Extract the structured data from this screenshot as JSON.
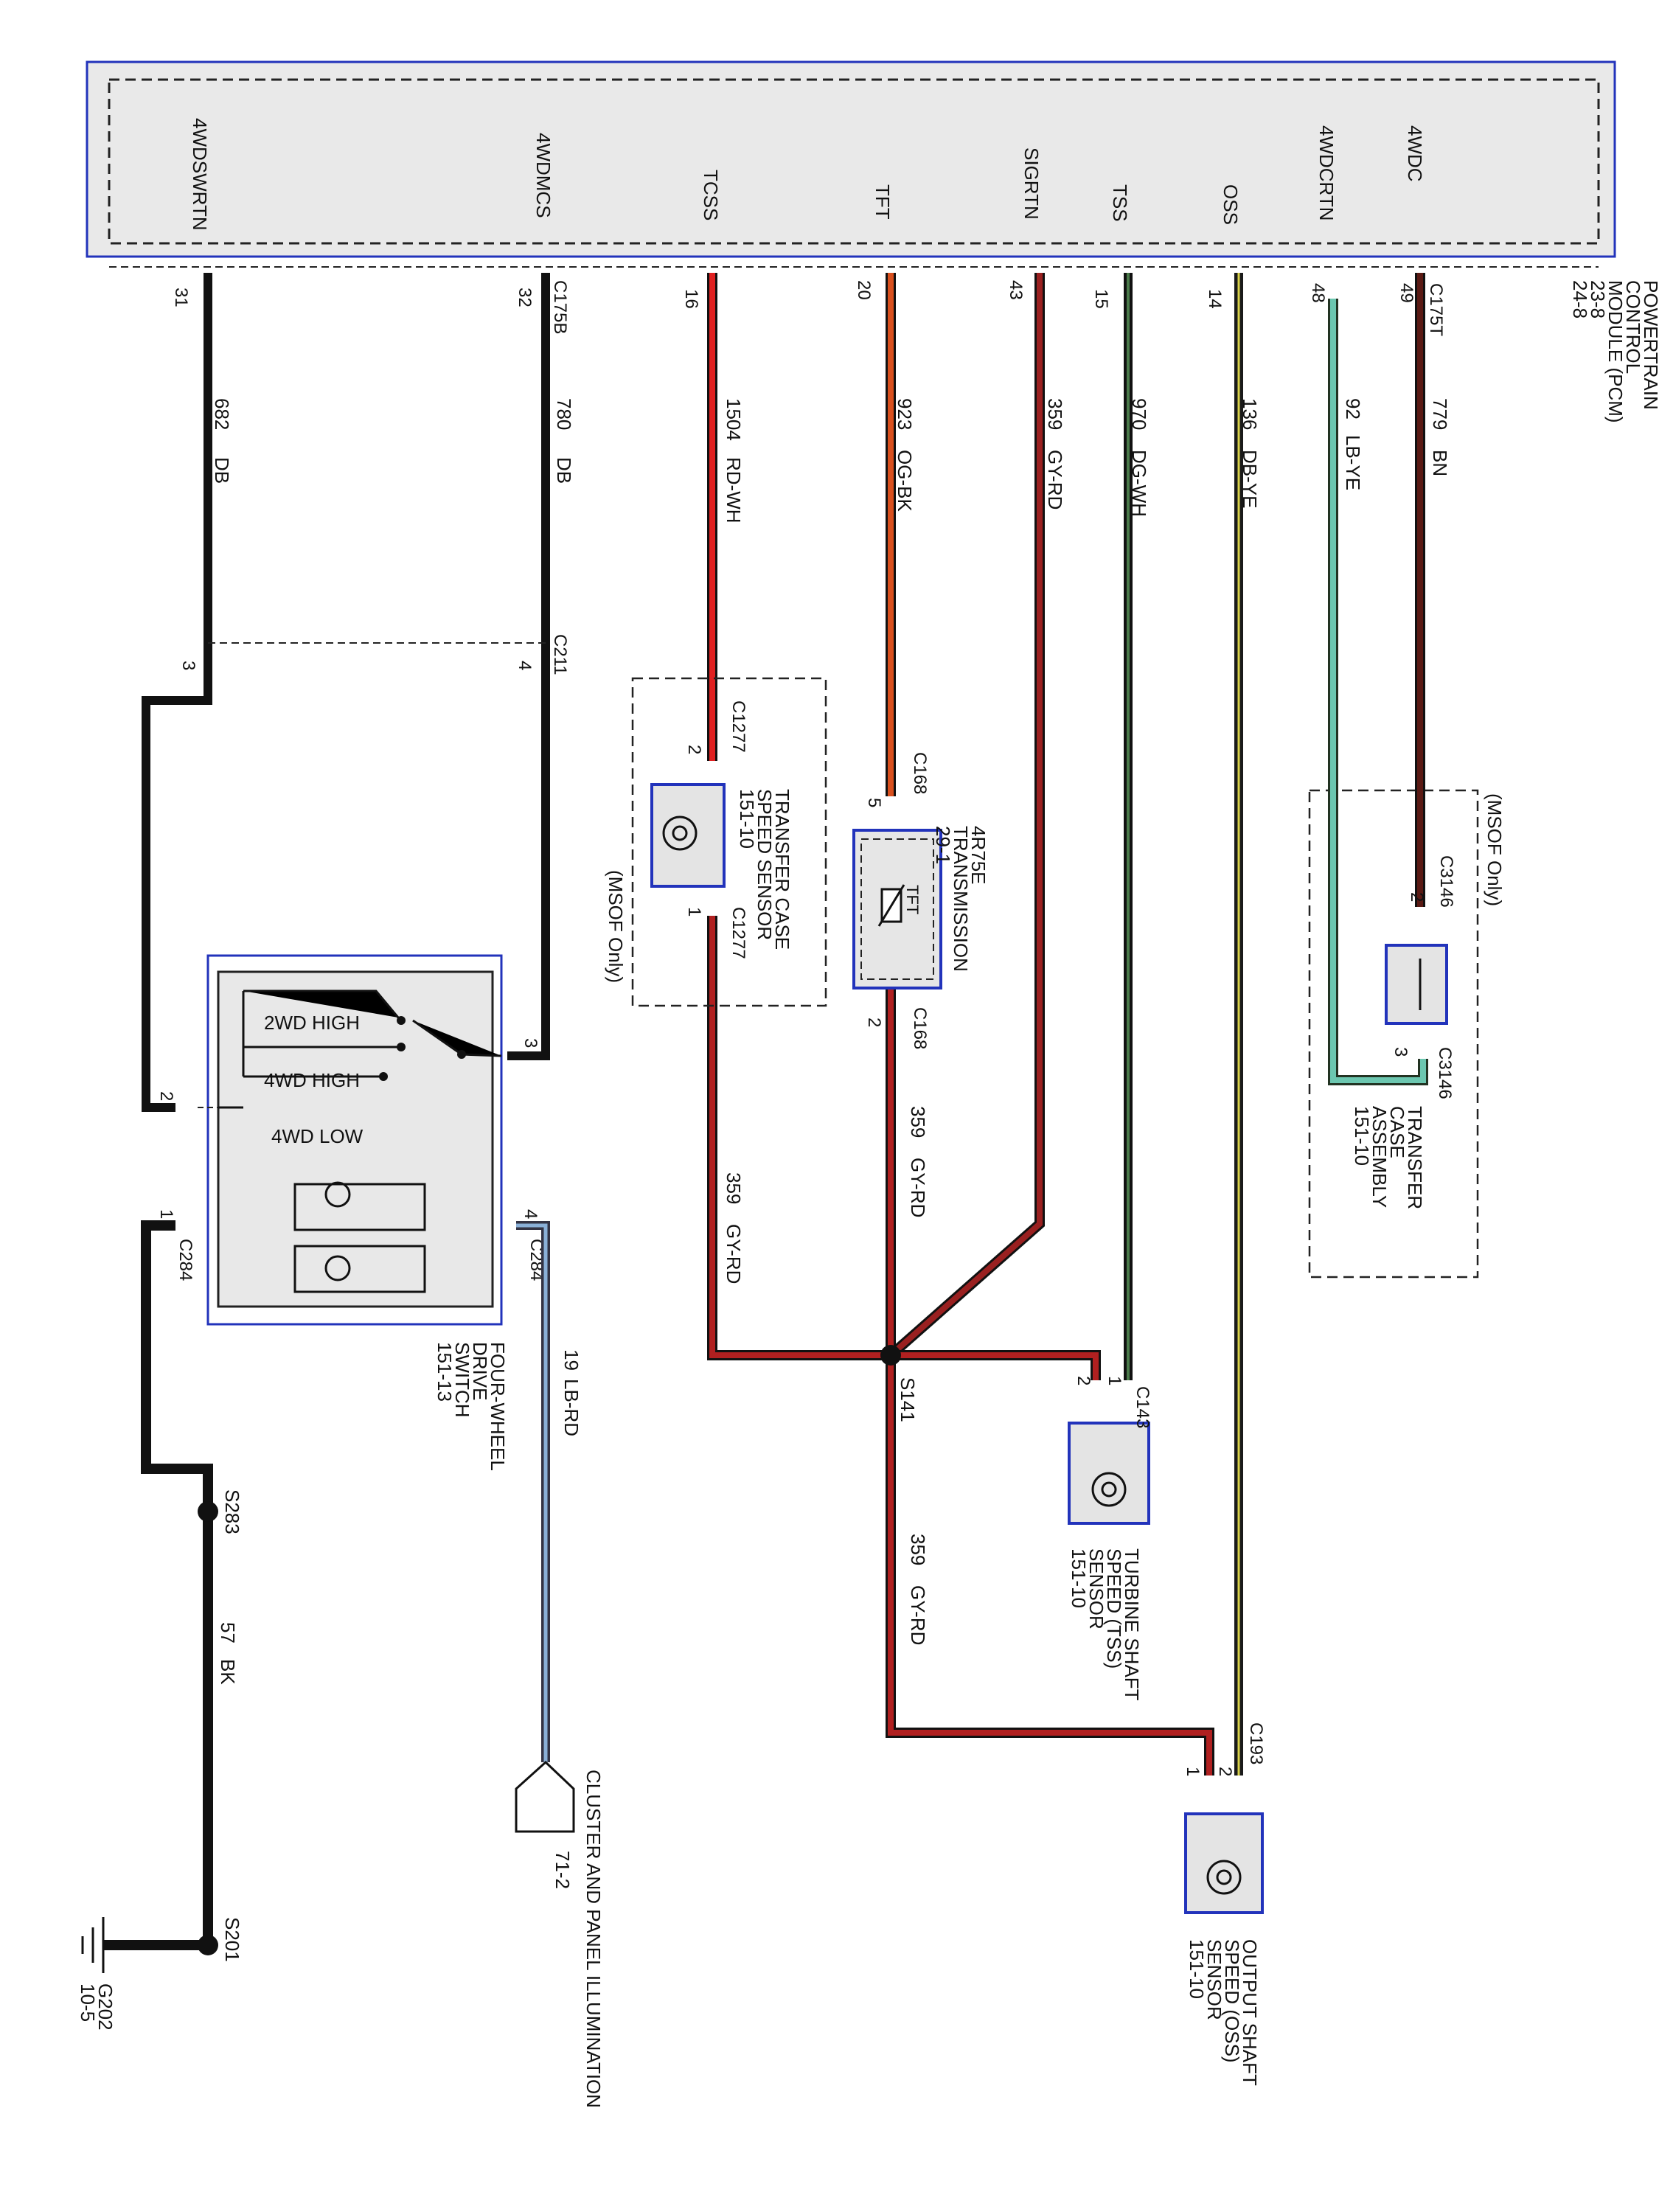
{
  "pcm": {
    "title_lines": [
      "POWERTRAIN",
      "CONTROL",
      "MODULE (PCM)",
      "23-8",
      "24-8"
    ],
    "pins": [
      {
        "name": "4WDC",
        "pin": "49",
        "circuit": "779",
        "color": "BN",
        "connector": "C175T",
        "wire_color": "#5a1a14"
      },
      {
        "name": "4WDCRTN",
        "pin": "48",
        "circuit": "92",
        "color": "LB-YE",
        "wire_color": "#6cc7b0"
      },
      {
        "name": "OSS",
        "pin": "14",
        "circuit": "136",
        "color": "DB-YE",
        "wire_color": "#1a2a3a"
      },
      {
        "name": "TSS",
        "pin": "15",
        "circuit": "970",
        "color": "DG-WH",
        "wire_color": "#224a2a"
      },
      {
        "name": "SIGRTN",
        "pin": "43",
        "circuit": "359",
        "color": "GY-RD",
        "wire_color": "#8a1a1a"
      },
      {
        "name": "TFT",
        "pin": "20",
        "circuit": "923",
        "color": "OG-BK",
        "wire_color": "#d9501e"
      },
      {
        "name": "TCSS",
        "pin": "16",
        "circuit": "1504",
        "color": "RD-WH",
        "wire_color": "#e02020"
      },
      {
        "name": "4WDMCS",
        "pin": "32",
        "circuit": "780",
        "color": "DB",
        "connector": "C175B",
        "wire_color": "#111111"
      },
      {
        "name": "4WDSWRTN",
        "pin": "31",
        "circuit": "682",
        "color": "DB",
        "wire_color": "#111111"
      }
    ]
  },
  "components": {
    "transfer_case": {
      "lines": [
        "TRANSFER",
        "CASE",
        "ASSEMBLY",
        "151-10"
      ],
      "connector": "C3146",
      "pin_in": "2",
      "pin_out": "3",
      "note": "(MSOF Only)"
    },
    "transmission": {
      "lines": [
        "4R75E",
        "TRANSMISSION",
        "29-1"
      ],
      "connector": "C168",
      "pin_in": "5",
      "pin_out": "2",
      "sensor": "TFT"
    },
    "tcss": {
      "lines": [
        "TRANSFER CASE",
        "SPEED SENSOR",
        "151-10"
      ],
      "connector": "C1277",
      "pin_in": "2",
      "pin_out": "1",
      "note": "(MSOF Only)"
    },
    "tss": {
      "lines": [
        "TURBINE SHAFT",
        "SPEED (TSS)",
        "SENSOR",
        "151-10"
      ],
      "connector": "C143",
      "pin_a": "1",
      "pin_b": "2"
    },
    "oss": {
      "lines": [
        "OUTPUT SHAFT",
        "SPEED (OSS)",
        "SENSOR",
        "151-10"
      ],
      "connector": "C193",
      "pin_a": "2",
      "pin_b": "1"
    },
    "four_wd_switch": {
      "lines": [
        "FOUR-WHEEL",
        "DRIVE",
        "SWITCH",
        "151-13"
      ],
      "connector": "C284",
      "positions": [
        "2WD HIGH",
        "4WD HIGH",
        "4WD LOW"
      ],
      "pin_a": "3",
      "pin_b": "2",
      "pin_c": "1",
      "pin_d": "4"
    }
  },
  "splices": {
    "s141": "S141",
    "s283": "S283",
    "s201": "S201",
    "c211": "C211",
    "c211_pin_a": "4",
    "c211_pin_b": "3"
  },
  "ground": {
    "label": "G202",
    "ref": "10-5"
  },
  "cluster": {
    "label": "CLUSTER AND PANEL ILLUMINATION",
    "ref": "71-2"
  },
  "wires": {
    "sigrtn_branch": {
      "circuit": "359",
      "color": "GY-RD"
    },
    "ground_wire": {
      "circuit": "57",
      "color": "BK"
    },
    "illum_wire": {
      "circuit": "19",
      "color": "LB-RD"
    }
  }
}
